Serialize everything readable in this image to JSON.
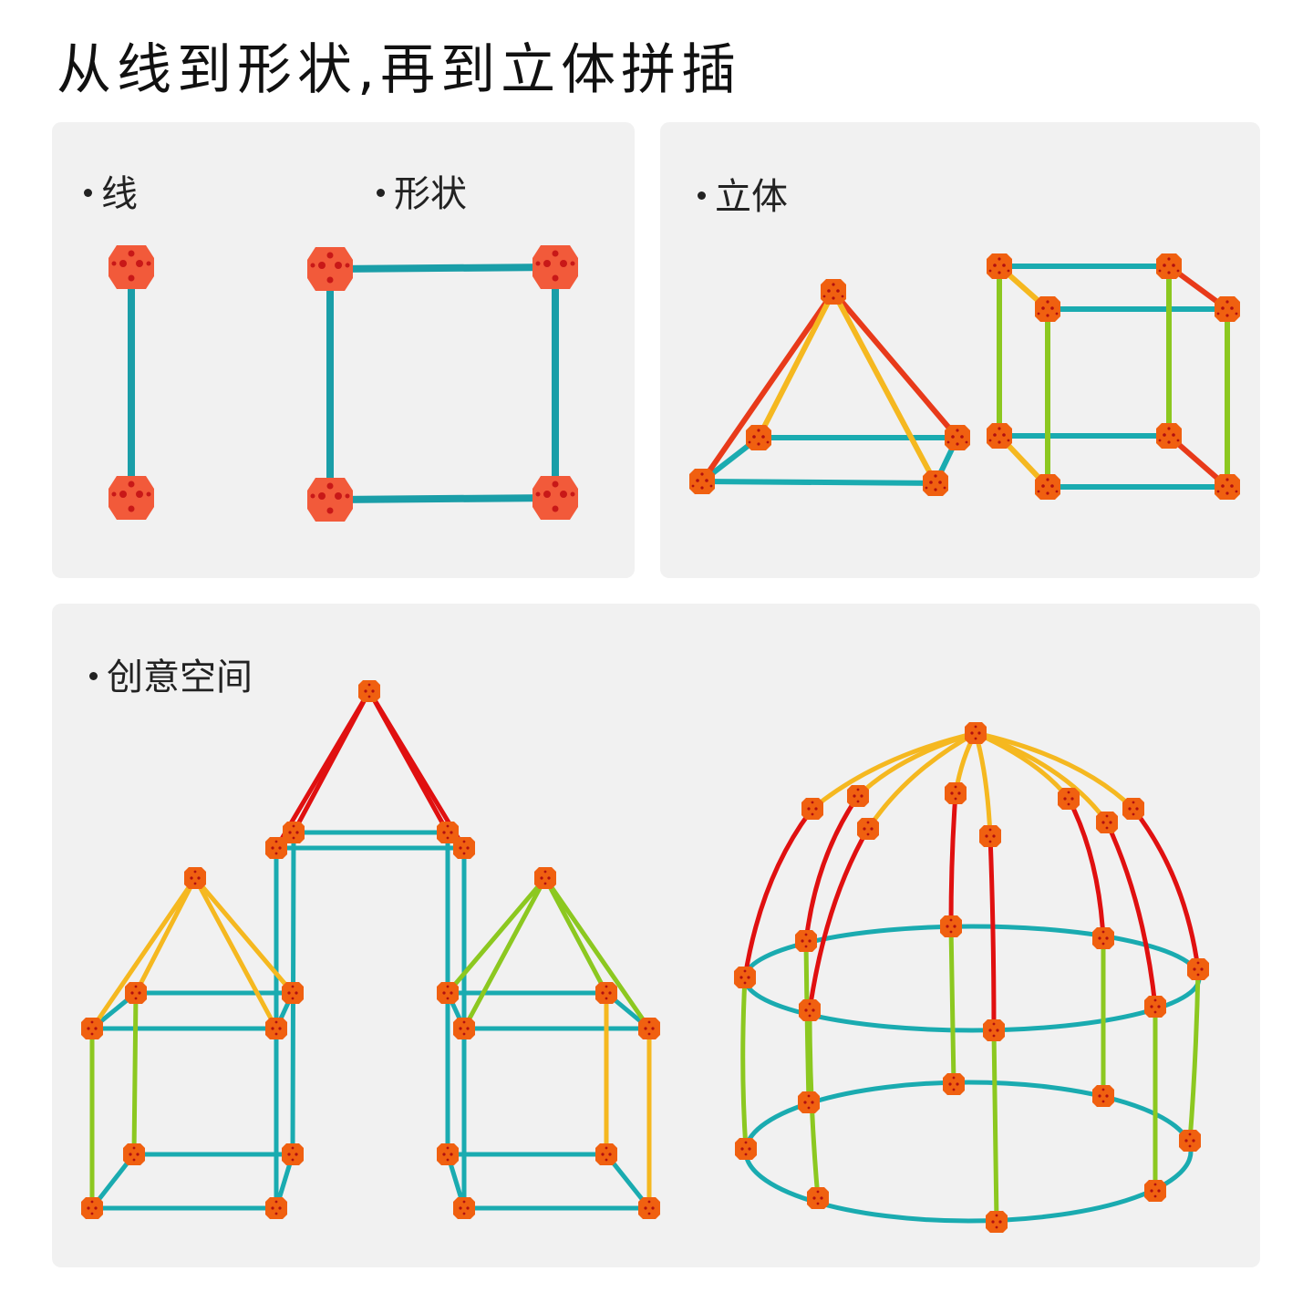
{
  "title": "从线到形状,再到立体拼插",
  "panels": {
    "line": {
      "label": "线"
    },
    "shape": {
      "label": "形状"
    },
    "solid": {
      "label": "立体"
    },
    "creative": {
      "label": "创意空间"
    }
  },
  "colors": {
    "ball": "#f06010",
    "ball_flat": "#f25a3a",
    "rod_teal": "#1aabb0",
    "rod_red": "#e01010",
    "rod_yellow": "#f5b820",
    "rod_green": "#8cc820",
    "panel_bg": "#f1f1f1"
  },
  "icons": [
    "bullet-dot-icon"
  ]
}
